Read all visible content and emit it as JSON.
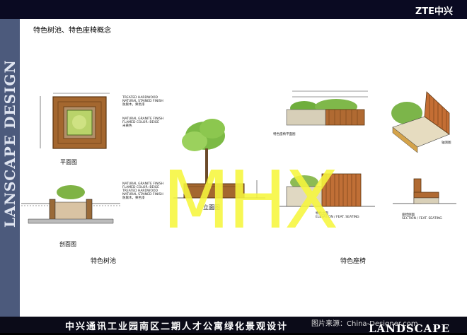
{
  "brand": "ZTE中兴",
  "sidebar_text": "LANSCAPE DESIGN",
  "heading": "特色树池、特色座椅概念",
  "labels": {
    "plan": "平面图",
    "section": "剖面图",
    "elevation": "立面图",
    "tree_pool": "特色树池",
    "bench": "特色座椅"
  },
  "annotations": {
    "tree_top_1": "TREATED HARDWOOD NATURAL STAINED FINISH",
    "tree_top_2": "防腐木，栗色漆",
    "tree_mid_1": "NATURAL GRANITE FINISH FLAMED COLOR: BEIGE",
    "tree_mid_2": "米黄色",
    "tree_sec_1": "NATURAL GRANITE FINISH FLAMED COLOR: BEIGE",
    "tree_sec_2": "TREATED HARDWOOD NATURAL STAINED FINISH",
    "tree_sec_3": "防腐木，栗色漆",
    "bench_plan_title": "特色座椅平面图",
    "bench_elev_title": "特色立面",
    "bench_elev_code": "ELEVATION / FEAT. SEATING",
    "bench_side_title": "座椅侧面",
    "bench_side_code": "SECTION / FEAT. SEATING",
    "bench_axon": "轴测图"
  },
  "bottom": {
    "title": "中兴通讯工业园南区二期人才公寓绿化景观设计",
    "source": "图片来源：China-Designer.com",
    "landscape": "LANDSCAPE"
  },
  "watermark": "MHX",
  "colors": {
    "sidebar": "#4c5a7c",
    "wood": "#a4672f",
    "foliage": "#6fae3c",
    "watermark": "#f6f63c"
  }
}
